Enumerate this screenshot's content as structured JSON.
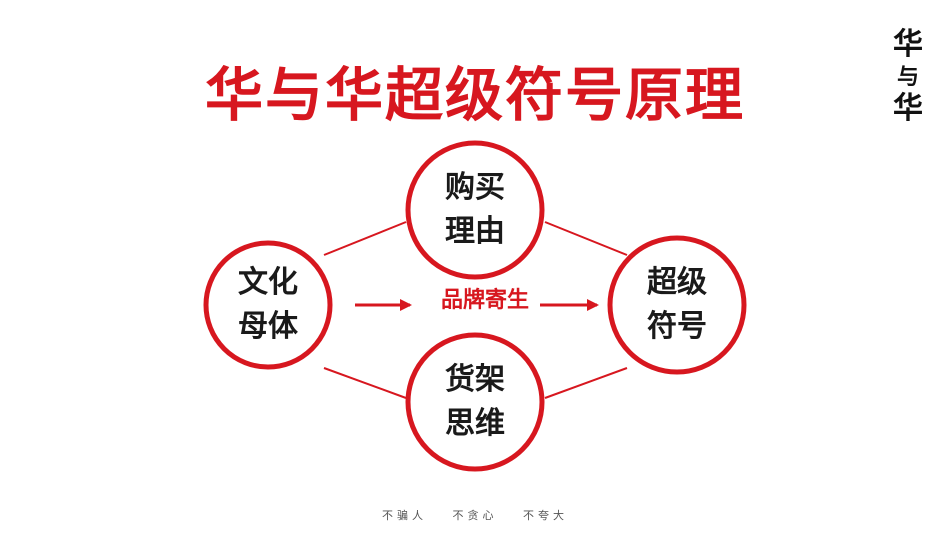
{
  "title": "华与华超级符号原理",
  "logo": [
    "华",
    "与",
    "华"
  ],
  "nodes": {
    "left": {
      "line1": "文化",
      "line2": "母体"
    },
    "top": {
      "line1": "购买",
      "line2": "理由"
    },
    "bottom": {
      "line1": "货架",
      "line2": "思维"
    },
    "right": {
      "line1": "超级",
      "line2": "符号"
    }
  },
  "mid_label": "品牌寄生",
  "footer": [
    "不骗人",
    "不贪心",
    "不夸大"
  ],
  "colors": {
    "accent": "#d7171f",
    "text": "#1a1a1a"
  }
}
